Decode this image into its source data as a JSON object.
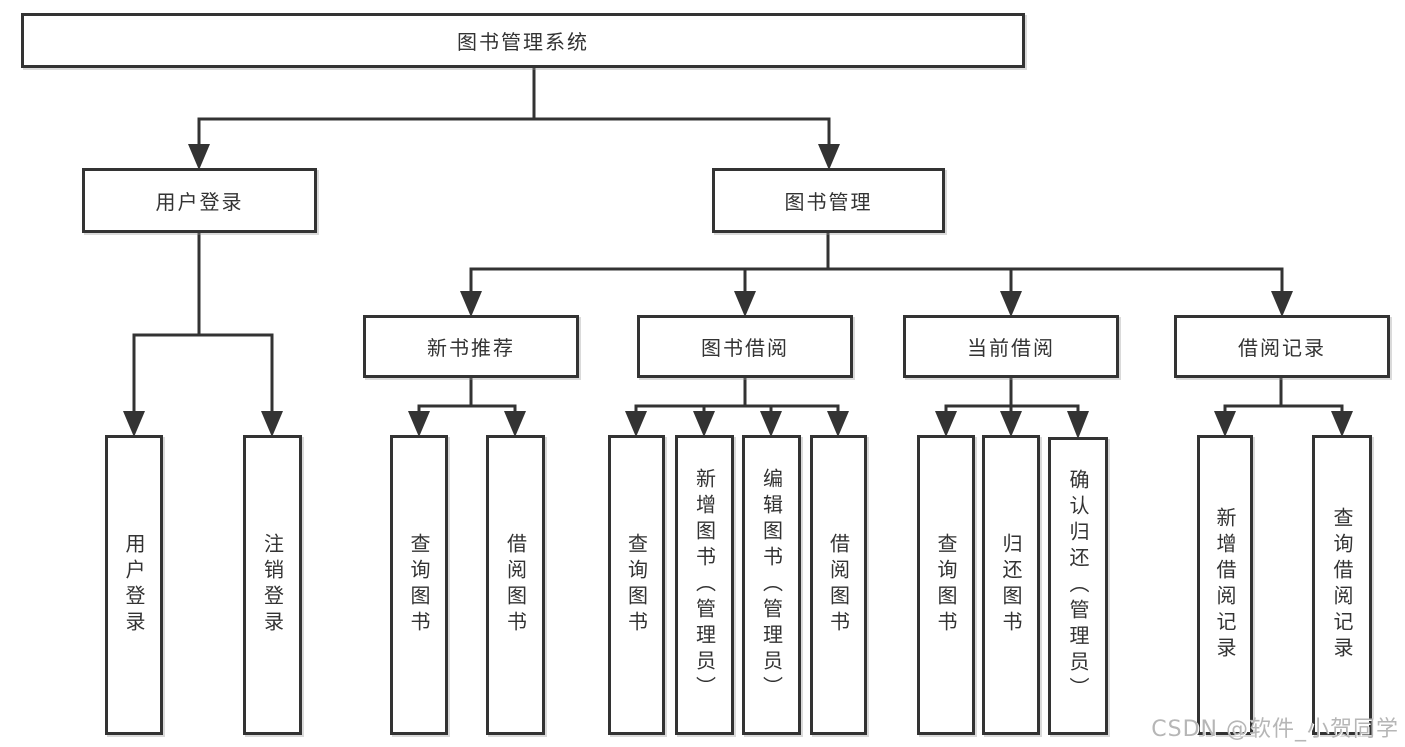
{
  "tree": {
    "label": "图书管理系统",
    "children": [
      {
        "label": "用户登录",
        "children": [
          {
            "label": "用户登录"
          },
          {
            "label": "注销登录"
          }
        ]
      },
      {
        "label": "图书管理",
        "children": [
          {
            "label": "新书推荐",
            "children": [
              {
                "label": "查询图书"
              },
              {
                "label": "借阅图书"
              }
            ]
          },
          {
            "label": "图书借阅",
            "children": [
              {
                "label": "查询图书"
              },
              {
                "label": "新增图书（管理员）"
              },
              {
                "label": "编辑图书（管理员）"
              },
              {
                "label": "借阅图书"
              }
            ]
          },
          {
            "label": "当前借阅",
            "children": [
              {
                "label": "查询图书"
              },
              {
                "label": "归还图书"
              },
              {
                "label": "确认归还（管理员）"
              }
            ]
          },
          {
            "label": "借阅记录",
            "children": [
              {
                "label": "新增借阅记录"
              },
              {
                "label": "查询借阅记录"
              }
            ]
          }
        ]
      }
    ]
  },
  "watermark": {
    "text": "CSDN @软件_小贺同学"
  },
  "colors": {
    "line": "#333333",
    "box_border": "#333333",
    "text": "#333333",
    "watermark_text": "#b6b6b6",
    "background": "#ffffff"
  }
}
